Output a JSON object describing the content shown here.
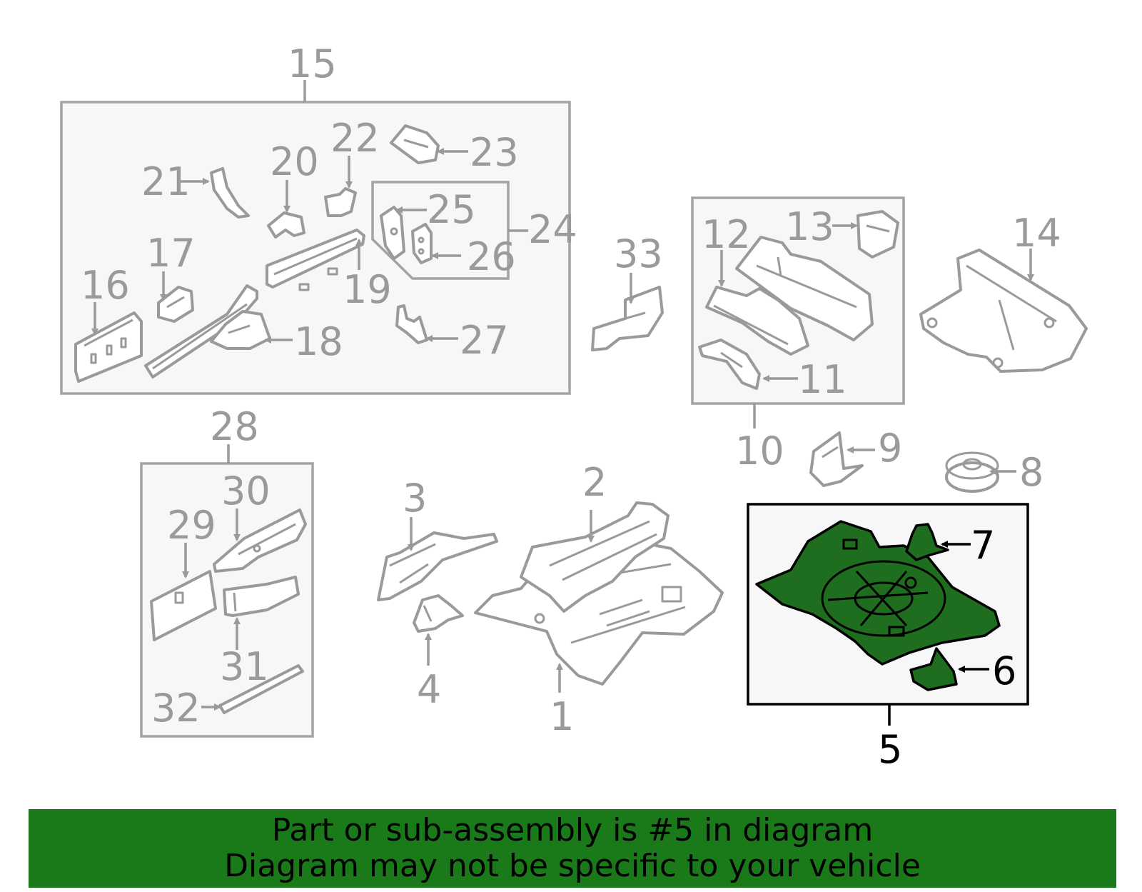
{
  "diagram": {
    "highlighted_part": "5",
    "highlight_color": "#1f6d1f",
    "callouts": [
      "1",
      "2",
      "3",
      "4",
      "5",
      "6",
      "7",
      "8",
      "9",
      "10",
      "11",
      "12",
      "13",
      "14",
      "15",
      "16",
      "17",
      "18",
      "19",
      "20",
      "21",
      "22",
      "23",
      "24",
      "25",
      "26",
      "27",
      "28",
      "29",
      "30",
      "31",
      "32",
      "33"
    ]
  },
  "banner": {
    "line1": "Part or sub-assembly is #5 in diagram",
    "line2": "Diagram may not be specific to your vehicle",
    "background": "#1a7a1a"
  }
}
